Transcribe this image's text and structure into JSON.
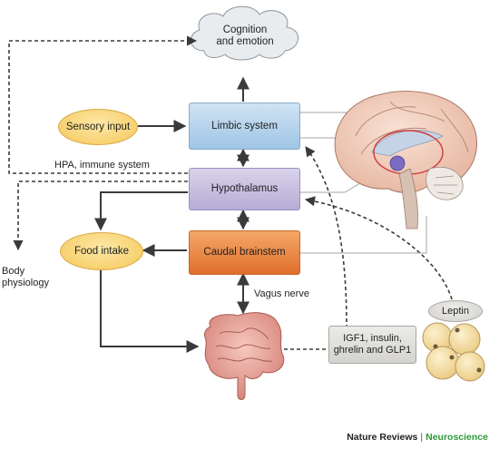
{
  "nodes": {
    "cognition": "Cognition\nand emotion",
    "limbic": "Limbic system",
    "hypothalamus": "Hypothalamus",
    "caudal": "Caudal brainstem",
    "sensory": "Sensory input",
    "food": "Food intake",
    "hormones": "IGF1, insulin,\nghrelin and GLP1",
    "leptin": "Leptin"
  },
  "labels": {
    "hpa": "HPA, immune system",
    "body": "Body\nphysiology",
    "vagus": "Vagus nerve"
  },
  "footer": {
    "brand": "Nature Reviews",
    "separator": "|",
    "journal": "Neuroscience"
  },
  "colors": {
    "arrow": "#3a3a3a",
    "limbic": "#a9cbe8",
    "hypothalamus": "#c0b6dc",
    "caudal": "#e77b36",
    "yellow": "#f7cf6a",
    "grey": "#dcdbd7",
    "journal_green": "#2e9a3a"
  }
}
